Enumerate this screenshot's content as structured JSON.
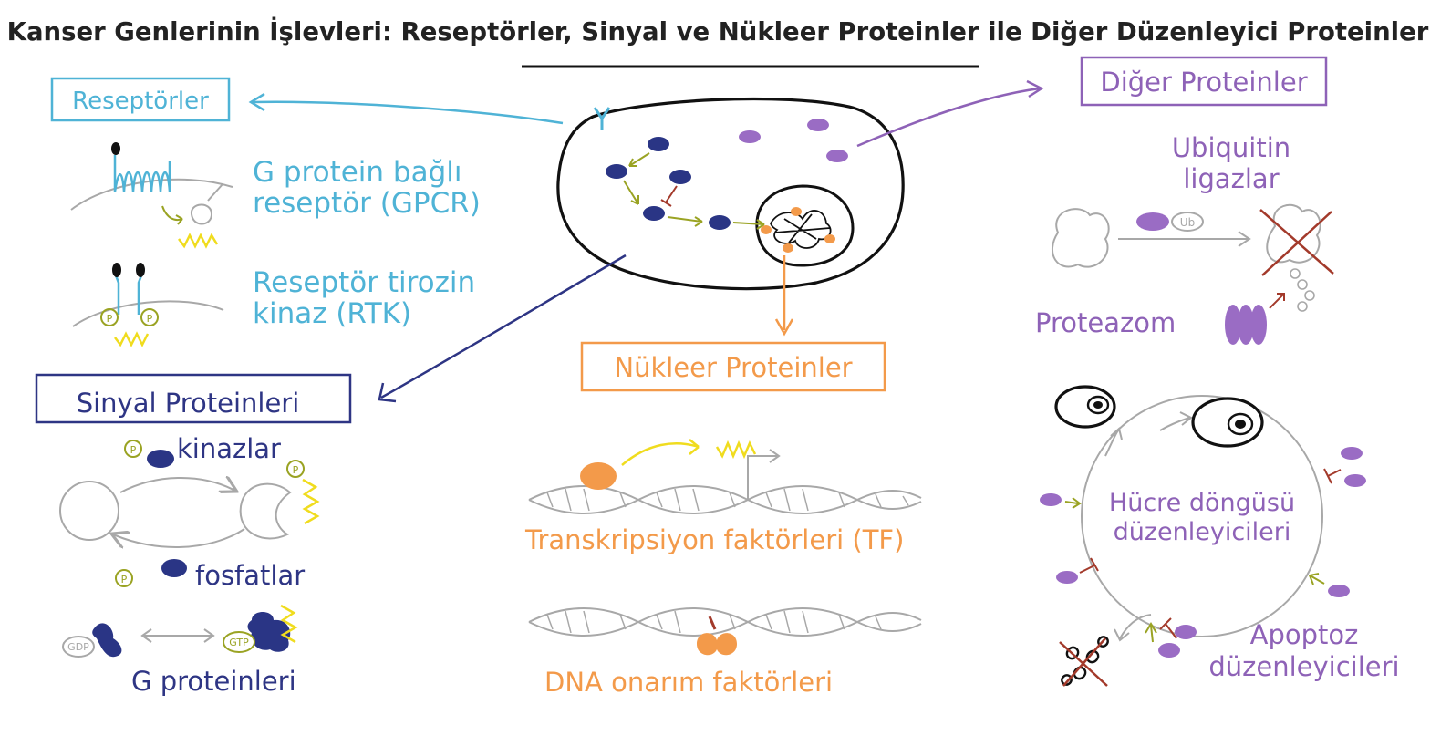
{
  "title": "Kanser Genlerinin İşlevleri: Reseptörler, Sinyal ve Nükleer Proteinler ile Diğer Düzenleyici Proteinler",
  "colors": {
    "receptor": "#4fb3d6",
    "signal": "#2e3584",
    "signal_fill": "#2a3585",
    "nuclear": "#f39a4a",
    "other": "#8e62b7",
    "other_fill": "#9a6cc4",
    "gray": "#a8a8a8",
    "olive": "#9aa323",
    "yellow": "#f0dc1e",
    "red": "#a33a2b",
    "black": "#111111"
  },
  "receptors": {
    "title": "Reseptörler",
    "gpcr_line1": "G protein bağlı",
    "gpcr_line2": "reseptör (GPCR)",
    "rtk_line1": "Reseptör tirozin",
    "rtk_line2": "kinaz (RTK)",
    "p_label": "P"
  },
  "signal": {
    "title": "Sinyal Proteinleri",
    "kinases": "kinazlar",
    "phosphatases": "fosfatlar",
    "g_proteins": "G proteinleri",
    "gdp": "GDP",
    "gtp": "GTP",
    "p_label": "P"
  },
  "nuclear": {
    "title": "Nükleer Proteinler",
    "tf": "Transkripsiyon faktörleri (TF)",
    "dna_repair": "DNA onarım faktörleri"
  },
  "other": {
    "title": "Diğer Proteinler",
    "ubiquitin_line1": "Ubiquitin",
    "ubiquitin_line2": "ligazlar",
    "ub": "Ub",
    "proteasome": "Proteazom",
    "cell_cycle_line1": "Hücre döngüsü",
    "cell_cycle_line2": "düzenleyicileri",
    "apoptosis_line1": "Apoptoz",
    "apoptosis_line2": "düzenleyicileri"
  }
}
